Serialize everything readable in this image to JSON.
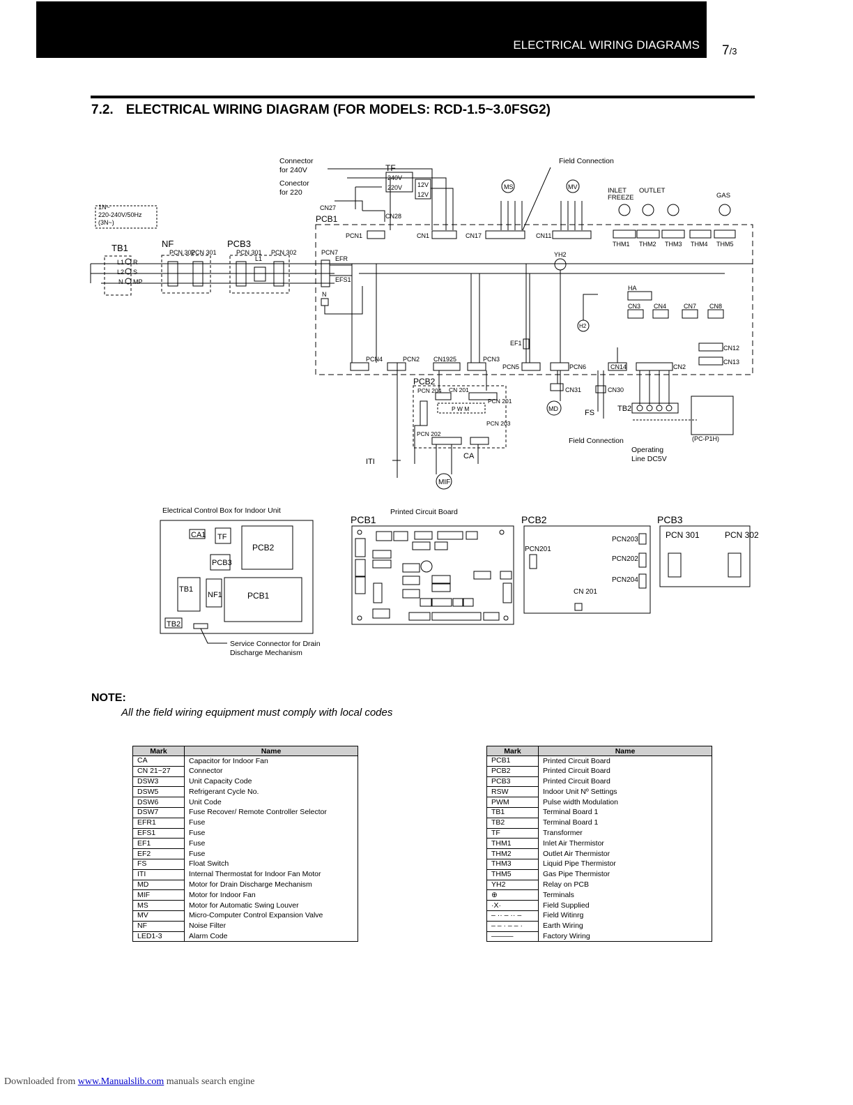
{
  "header": {
    "title": "ELECTRICAL WIRING DIAGRAMS",
    "page_major": "7",
    "page_minor": "/3"
  },
  "section": {
    "number": "7.2.",
    "title": "ELECTRICAL WIRING DIAGRAM (FOR MODELS: RCD-1.5~3.0FSG2)"
  },
  "diagram_labels": {
    "connector_240": "Connector",
    "connector_240b": "for 240V",
    "connector_220": "Conector",
    "connector_220b": "for 220",
    "field_connection_top": "Field  Connection",
    "inlet": "INLET",
    "freeze": "FREEZE",
    "outlet": "OUTLET",
    "gas": "GAS",
    "power": "1N~",
    "power2": "220-240V/50Hz",
    "power3": "(3N~)",
    "tb1": "TB1",
    "nf": "NF",
    "pcb3": "PCB3",
    "pcb1": "PCB1",
    "tf": "TF",
    "v240": "240V",
    "v220": "220V",
    "v12a": "12V",
    "v12b": "12V",
    "cn27": "CN27",
    "cn28": "CN28",
    "pcn1": "PCN1",
    "cn1": "CN1",
    "cn17": "CN17",
    "cn11": "CN11",
    "ms": "MS",
    "mv": "MV",
    "yh2": "YH2",
    "ha": "HA",
    "thm1": "THM1",
    "thm2": "THM2",
    "thm3": "THM3",
    "thm4": "THM4",
    "thm5": "THM5",
    "cn3": "CN3",
    "cn4": "CN4",
    "cn7": "CN7",
    "cn8": "CN8",
    "cn12": "CN12",
    "cn13": "CN13",
    "pcn7": "PCN7",
    "efr": "EFR",
    "efs1": "EFS1",
    "ef1": "EF1",
    "h2": "H2",
    "pcn4": "PCN4",
    "pcn2": "PCN2",
    "cn1925": "CN1925",
    "pcn3": "PCN3",
    "pcn5": "PCN5",
    "pcn6": "PCN6",
    "cn14": "CN14",
    "cn2": "CN2",
    "cn31": "CN31",
    "cn30": "CN30",
    "md": "MD",
    "fs": "FS",
    "tb2": "TB2",
    "pcb2": "PCB2",
    "pcn204": "PCN 204",
    "cn201": "CN 201",
    "pwm": "P W M",
    "pcn201": "PCN 201",
    "pcn203": "PCN 203",
    "pcn202": "PCN 202",
    "ca": "CA",
    "iti": "ITI",
    "mif": "MIF",
    "field_connection": "Field Connection",
    "operating": "Operating",
    "line_dc5v": "Line DC5V",
    "pcp1h": "(PC-P1H)",
    "l1": "L1",
    "l2": "L2",
    "n": "N",
    "r": "R",
    "s": "S",
    "mp": "MP",
    "pcn302": "PCN 302",
    "pcn301": "PCN 301",
    "nf_l1": "L1"
  },
  "box_labels": {
    "ecb_title": "Electrical Control Box for Indoor Unit",
    "ca1": "CA1",
    "tf": "TF",
    "pcb2": "PCB2",
    "pcb3": "PCB3",
    "tb1": "TB1",
    "nf1": "NF1",
    "pcb1": "PCB1",
    "tb2": "TB2",
    "service1": "Service Connector for Drain",
    "service2": "Discharge Mechanism",
    "pcb_title": "Printed Circuit Board",
    "pcb1_head": "PCB1",
    "pcb2_head": "PCB2",
    "pcb3_head": "PCB3",
    "pcn201": "PCN201",
    "pcn203": "PCN203",
    "pcn202": "PCN202",
    "pcn204": "PCN204",
    "cn201": "CN 201",
    "pcn301": "PCN 301",
    "pcn302": "PCN 302"
  },
  "note": {
    "heading": "NOTE:",
    "text": "All the field wiring equipment must comply with local codes"
  },
  "legend_left": {
    "headers": [
      "Mark",
      "Name"
    ],
    "rows": [
      [
        "CA",
        "Capacitor for Indoor Fan"
      ],
      [
        "CN 21~27",
        "Connector"
      ],
      [
        "DSW3",
        "Unit Capacity Code"
      ],
      [
        "DSW5",
        "Refrigerant Cycle No."
      ],
      [
        "DSW6",
        "Unit Code"
      ],
      [
        "DSW7",
        "Fuse Recover/ Remote Controller Selector"
      ],
      [
        "EFR1",
        "Fuse"
      ],
      [
        "EFS1",
        "Fuse"
      ],
      [
        "EF1",
        "Fuse"
      ],
      [
        "EF2",
        "Fuse"
      ],
      [
        "FS",
        "Float Switch"
      ],
      [
        "ITI",
        "Internal Thermostat for Indoor Fan Motor"
      ],
      [
        "MD",
        "Motor for Drain Discharge Mechanism"
      ],
      [
        "MIF",
        "Motor for Indoor Fan"
      ],
      [
        "MS",
        "Motor for Automatic Swing Louver"
      ],
      [
        "MV",
        "Micro-Computer Control Expansion Valve"
      ],
      [
        "NF",
        "Noise Filter"
      ],
      [
        "LED1-3",
        "Alarm Code"
      ]
    ]
  },
  "legend_right": {
    "headers": [
      "Mark",
      "Name"
    ],
    "rows": [
      [
        "PCB1",
        "Printed Circuit Board"
      ],
      [
        "PCB2",
        "Printed Circuit Board"
      ],
      [
        "PCB3",
        "Printed Circuit Board"
      ],
      [
        "RSW",
        "Indoor Unit Nº Settings"
      ],
      [
        "PWM",
        "Pulse width Modulation"
      ],
      [
        "TB1",
        "Terminal Board 1"
      ],
      [
        "TB2",
        "Terminal Board 1"
      ],
      [
        "TF",
        "Transformer"
      ],
      [
        "THM1",
        "Inlet Air Thermistor"
      ],
      [
        "THM2",
        "Outlet Air Thermistor"
      ],
      [
        "THM3",
        "Liquid Pipe Thermistor"
      ],
      [
        "THM5",
        "Gas Pipe Thermistor"
      ],
      [
        "YH2",
        "Relay on PCB"
      ],
      [
        "⊕",
        "Terminals"
      ],
      [
        "·X·",
        "Field Supplied"
      ],
      [
        "– ·· – ·· –",
        "Field Witinrg"
      ],
      [
        "– – · – – ·",
        "Earth Wiring"
      ],
      [
        "———",
        "Factory Wiring"
      ]
    ]
  },
  "footer": {
    "prefix": "Downloaded from ",
    "link": "www.Manualslib.com",
    "suffix": "  manuals search engine"
  }
}
